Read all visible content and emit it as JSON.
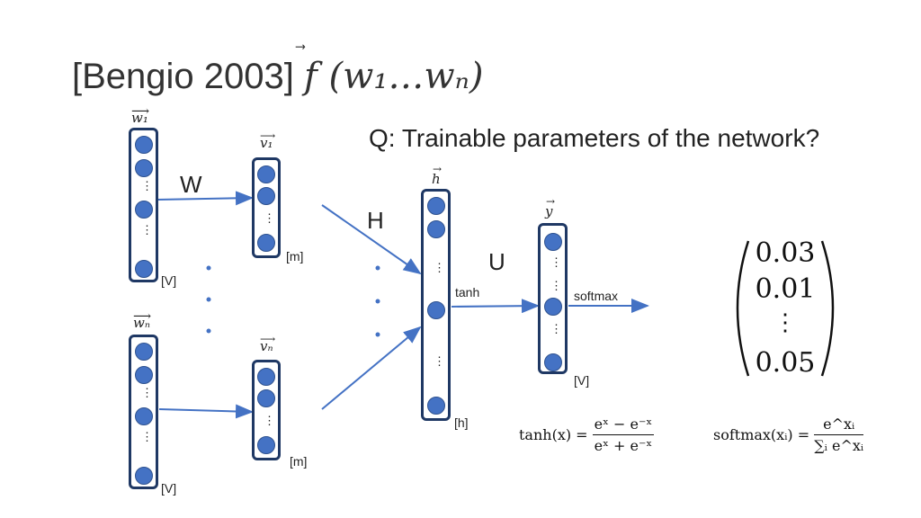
{
  "title": {
    "prefix": "[Bengio 2003]",
    "func": "f",
    "args": "(w₁…wₙ)"
  },
  "question": "Q: Trainable parameters of the network?",
  "labels": {
    "w1": "w₁",
    "wn": "wₙ",
    "v1": "v₁",
    "vn": "vₙ",
    "h": "h",
    "y": "y",
    "W": "W",
    "H": "H",
    "U": "U",
    "tanh": "tanh",
    "softmax": "softmax",
    "V1": "[V]",
    "Vn": "[V]",
    "m1": "[m]",
    "mn": "[m]",
    "hdim": "[h]",
    "Vy": "[V]"
  },
  "output_vector": [
    "0.03",
    "0.01",
    "⋮",
    "0.05"
  ],
  "formulas": {
    "tanh_lhs": "tanh(x) =",
    "tanh_num": "eˣ − e⁻ˣ",
    "tanh_den": "eˣ + e⁻ˣ",
    "softmax_lhs": "softmax(xᵢ) =",
    "softmax_num": "e^xᵢ",
    "softmax_den": "∑ᵢ e^xᵢ"
  },
  "colors": {
    "column_border": "#1f3864",
    "node_fill": "#4472c4",
    "arrow": "#4472c4"
  }
}
